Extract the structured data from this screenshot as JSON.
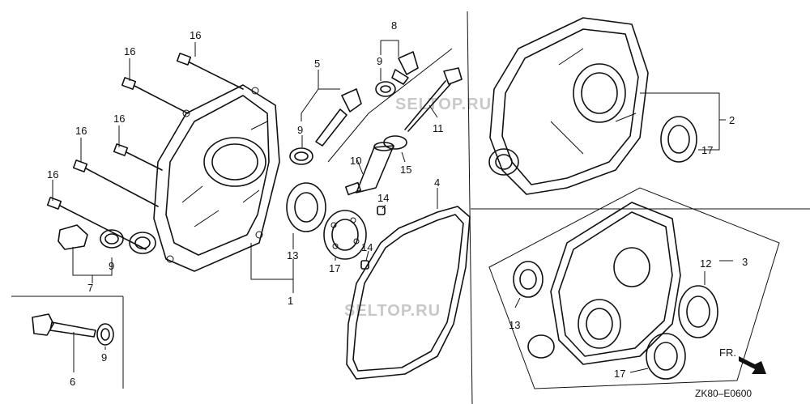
{
  "diagram_code": "ZK80–E0600",
  "front_marker": "FR.",
  "watermark": "SELTOP.RU",
  "callouts": {
    "c16a": "16",
    "c16b": "16",
    "c16c": "16",
    "c16d": "16",
    "c16e": "16",
    "c5": "5",
    "c8": "8",
    "c9a": "9",
    "c9b": "9",
    "c9c": "9",
    "c9d": "9",
    "c7": "7",
    "c6": "6",
    "c1": "1",
    "c13a": "13",
    "c17a": "17",
    "c11": "11",
    "c10": "10",
    "c15": "15",
    "c14a": "14",
    "c14b": "14",
    "c4": "4",
    "c2": "2",
    "c17b": "17",
    "c3": "3",
    "c12": "12",
    "c13b": "13",
    "c17c": "17"
  }
}
